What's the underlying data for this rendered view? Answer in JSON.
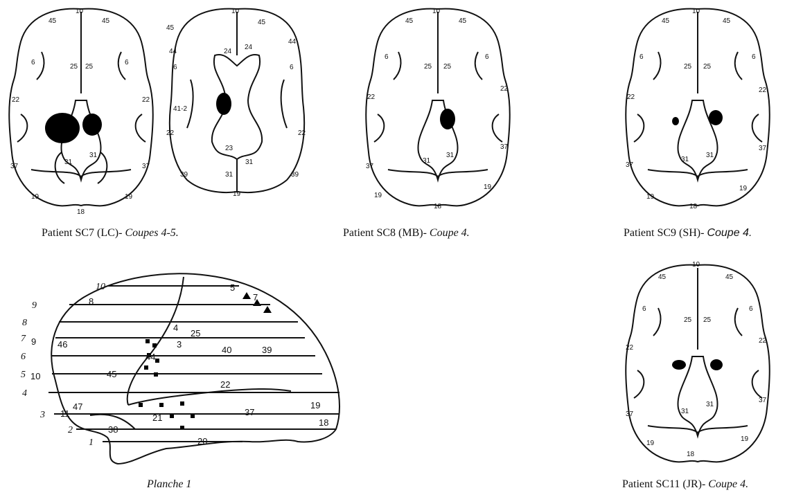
{
  "captions": {
    "sc7": {
      "text": "Patient SC7 (LC)- ",
      "italic": "Coupes 4-5."
    },
    "sc8": {
      "text": "Patient SC8 (MB)- ",
      "italic": "Coupe 4."
    },
    "sc9": {
      "text": "Patient SC9 (SH)- ",
      "italic": "Coupe 4."
    },
    "sc11": {
      "text": "Patient SC11 (JR)- ",
      "italic": "Coupe 4."
    },
    "planche": "Planche 1"
  },
  "slice_labels": {
    "top": "10",
    "frontal": "45",
    "precentral": "6",
    "orbital": "25",
    "temporal": "22",
    "inferior_temporal": "37",
    "occipital": "19",
    "calcarine": "18",
    "posterior": "31"
  },
  "slice2_labels": {
    "top": "10",
    "frontal": "45",
    "broca": "44",
    "cingulate": "24",
    "precentral": "6",
    "auditory": "41-2",
    "temporal": "22",
    "parietal": "39",
    "posterior_cingulate": "23",
    "posterior": "31",
    "calcarine": "19"
  },
  "planche_levels": [
    "1",
    "2",
    "3",
    "4",
    "5",
    "6",
    "7",
    "8",
    "9",
    "10"
  ],
  "planche_areas": [
    "8",
    "9",
    "46",
    "10",
    "45",
    "44",
    "47",
    "11",
    "38",
    "21",
    "20",
    "22",
    "37",
    "19",
    "18",
    "39",
    "40",
    "4",
    "7",
    "5",
    "3",
    "25"
  ],
  "colors": {
    "ink": "#111111",
    "lesion": "#000000",
    "paper": "#ffffff"
  }
}
